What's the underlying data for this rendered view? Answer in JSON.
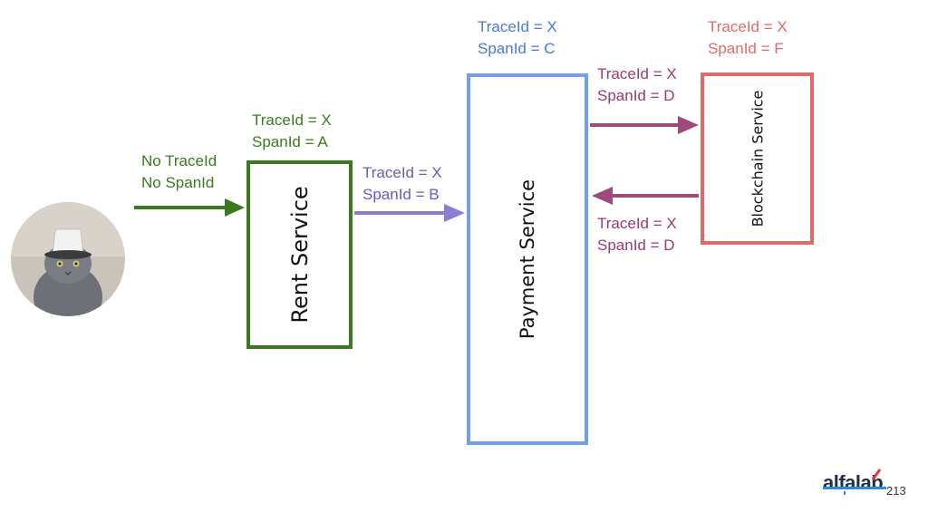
{
  "start": {
    "line1": "No TraceId",
    "line2": "No SpanId"
  },
  "rent": {
    "name": "Rent Service",
    "trace": "TraceId = X",
    "span": "SpanId =  A"
  },
  "rent_to_payment": {
    "trace": "TraceId = X",
    "span": "SpanId =  B"
  },
  "payment": {
    "name": "Payment Service",
    "trace": "TraceId = X",
    "span": "SpanId =  C"
  },
  "payment_to_blockchain": {
    "trace": "TraceId = X",
    "span": "SpanId =  D"
  },
  "blockchain_to_payment": {
    "trace": "TraceId = X",
    "span": "SpanId =  D"
  },
  "blockchain": {
    "name": "Blockchain Service",
    "trace": "TraceId = X",
    "span": "SpanId =  F"
  },
  "footer": {
    "logo": "alfalab",
    "page": "213"
  },
  "colors": {
    "green": "#3a7a1e",
    "purple": "#8a7ed0",
    "blue": "#6f9ff0",
    "red": "#e06a6a",
    "plum": "#a04a7a"
  },
  "icons": [
    "user-avatar-cat",
    "alfalab-logo"
  ]
}
